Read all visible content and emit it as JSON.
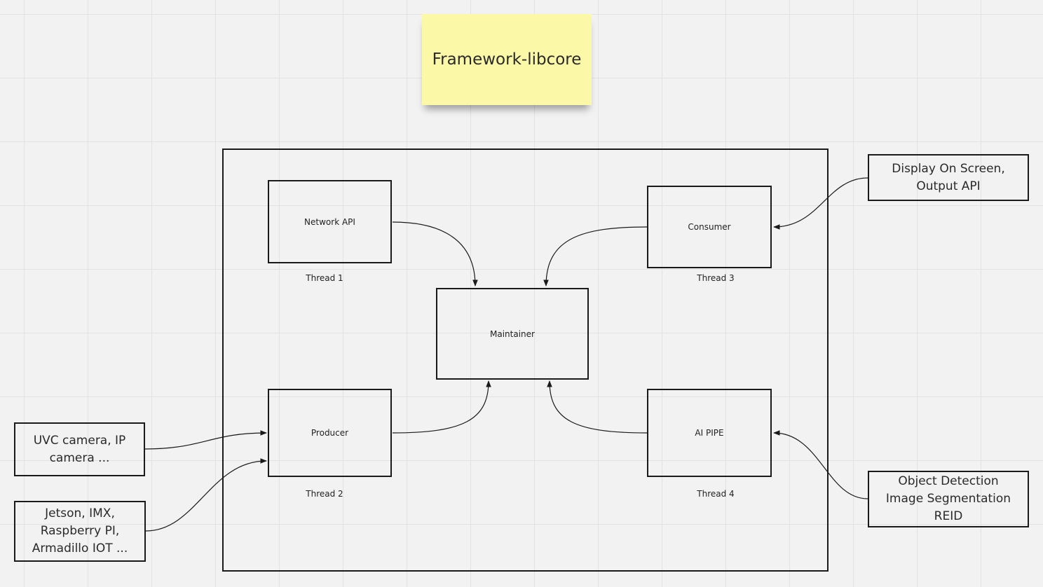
{
  "title": "Framework-libcore",
  "nodes": {
    "network_api": "Network API",
    "consumer": "Consumer",
    "maintainer": "Maintainer",
    "producer": "Producer",
    "ai_pipe": "AI PIPE",
    "display_output": "Display On Screen,\nOutput API",
    "uvc_camera": "UVC camera, IP\ncamera ...",
    "devices": "Jetson, IMX,\nRaspberry PI,\nArmadillo IOT ...",
    "ai_tasks": "Object Detection\nImage Segmentation\nREID"
  },
  "captions": {
    "thread1": "Thread 1",
    "thread2": "Thread 2",
    "thread3": "Thread 3",
    "thread4": "Thread 4"
  },
  "edges": [
    {
      "from": "network_api",
      "to": "maintainer"
    },
    {
      "from": "consumer",
      "to": "maintainer"
    },
    {
      "from": "producer",
      "to": "maintainer"
    },
    {
      "from": "ai_pipe",
      "to": "maintainer"
    },
    {
      "from": "display_output",
      "to": "consumer"
    },
    {
      "from": "uvc_camera",
      "to": "producer"
    },
    {
      "from": "devices",
      "to": "producer"
    },
    {
      "from": "ai_tasks",
      "to": "ai_pipe"
    }
  ]
}
